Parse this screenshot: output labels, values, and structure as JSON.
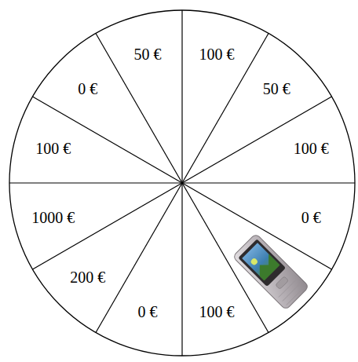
{
  "diagram": {
    "labels": [
      "100 €",
      "50 €",
      "100 €",
      "0 €",
      "100 €",
      "0 €",
      "200 €",
      "1000 €",
      "100 €",
      "0 €",
      "50 €"
    ]
  }
}
